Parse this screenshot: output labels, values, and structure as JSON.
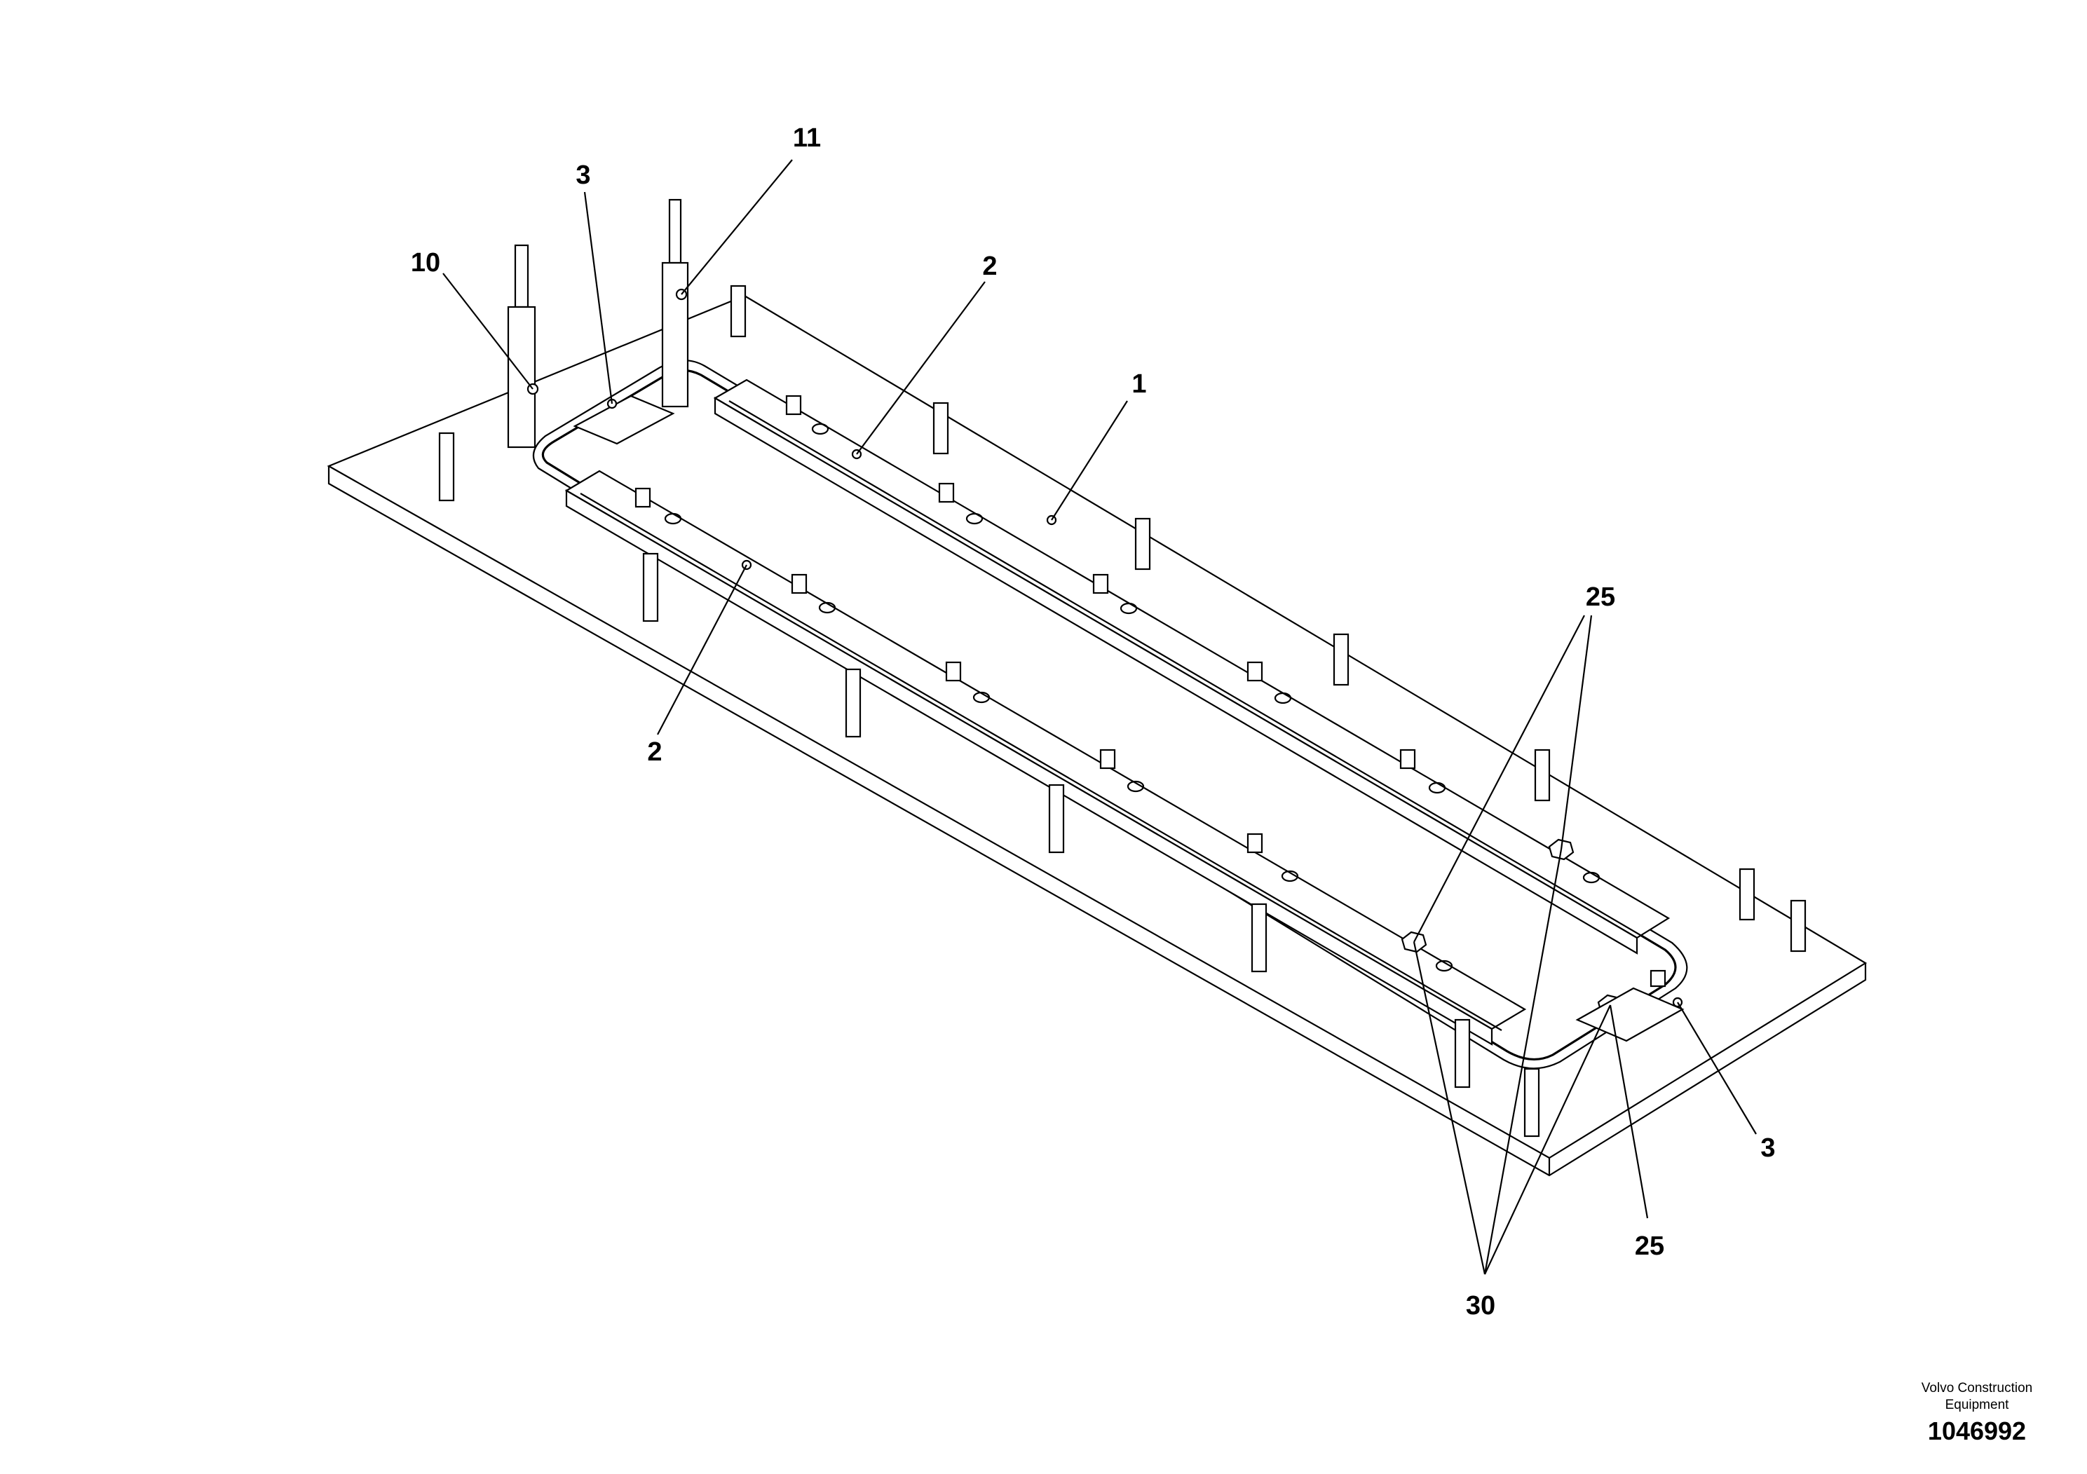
{
  "callouts": {
    "c1": "1",
    "c2a": "2",
    "c2b": "2",
    "c3a": "3",
    "c3b": "3",
    "c10": "10",
    "c11": "11",
    "c25a": "25",
    "c25b": "25",
    "c30": "30"
  },
  "footer": {
    "manufacturer_line1": "Volvo Construction",
    "manufacturer_line2": "Equipment",
    "document_number": "1046992"
  },
  "colors": {
    "line": "#000000",
    "background": "#ffffff"
  }
}
